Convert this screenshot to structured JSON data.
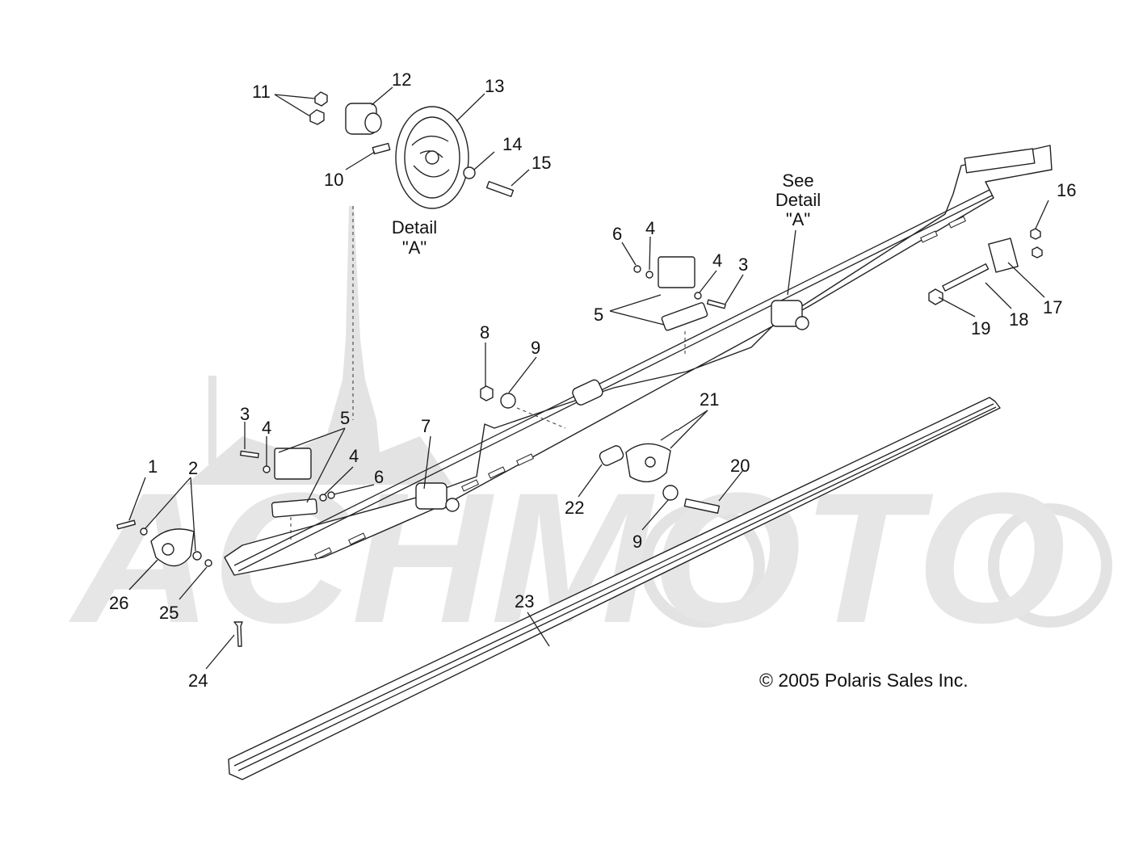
{
  "callouts": [
    {
      "n": "1",
      "label": "1"
    },
    {
      "n": "2",
      "label": "2"
    },
    {
      "n": "3",
      "label": "3"
    },
    {
      "n": "4",
      "label": "4"
    },
    {
      "n": "5",
      "label": "5"
    },
    {
      "n": "6",
      "label": "6"
    },
    {
      "n": "7",
      "label": "7"
    },
    {
      "n": "8",
      "label": "8"
    },
    {
      "n": "9",
      "label": "9"
    },
    {
      "n": "10",
      "label": "10"
    },
    {
      "n": "11",
      "label": "11"
    },
    {
      "n": "12",
      "label": "12"
    },
    {
      "n": "13",
      "label": "13"
    },
    {
      "n": "14",
      "label": "14"
    },
    {
      "n": "15",
      "label": "15"
    },
    {
      "n": "16",
      "label": "16"
    },
    {
      "n": "17",
      "label": "17"
    },
    {
      "n": "18",
      "label": "18"
    },
    {
      "n": "19",
      "label": "19"
    },
    {
      "n": "20",
      "label": "20"
    },
    {
      "n": "21",
      "label": "21"
    },
    {
      "n": "22",
      "label": "22"
    },
    {
      "n": "23",
      "label": "23"
    },
    {
      "n": "24",
      "label": "24"
    },
    {
      "n": "25",
      "label": "25"
    },
    {
      "n": "26",
      "label": "26"
    }
  ],
  "detail_label": {
    "line1": "Detail",
    "line2": "\"A\""
  },
  "see_detail_label": {
    "line1": "See",
    "line2": "Detail",
    "line3": "\"A\""
  },
  "copyright": "© 2005 Polaris Sales Inc.",
  "watermark": "ACHMOTO",
  "colors": {
    "ink": "#222222",
    "watermark": "#e3e3e3",
    "background": "#ffffff"
  }
}
